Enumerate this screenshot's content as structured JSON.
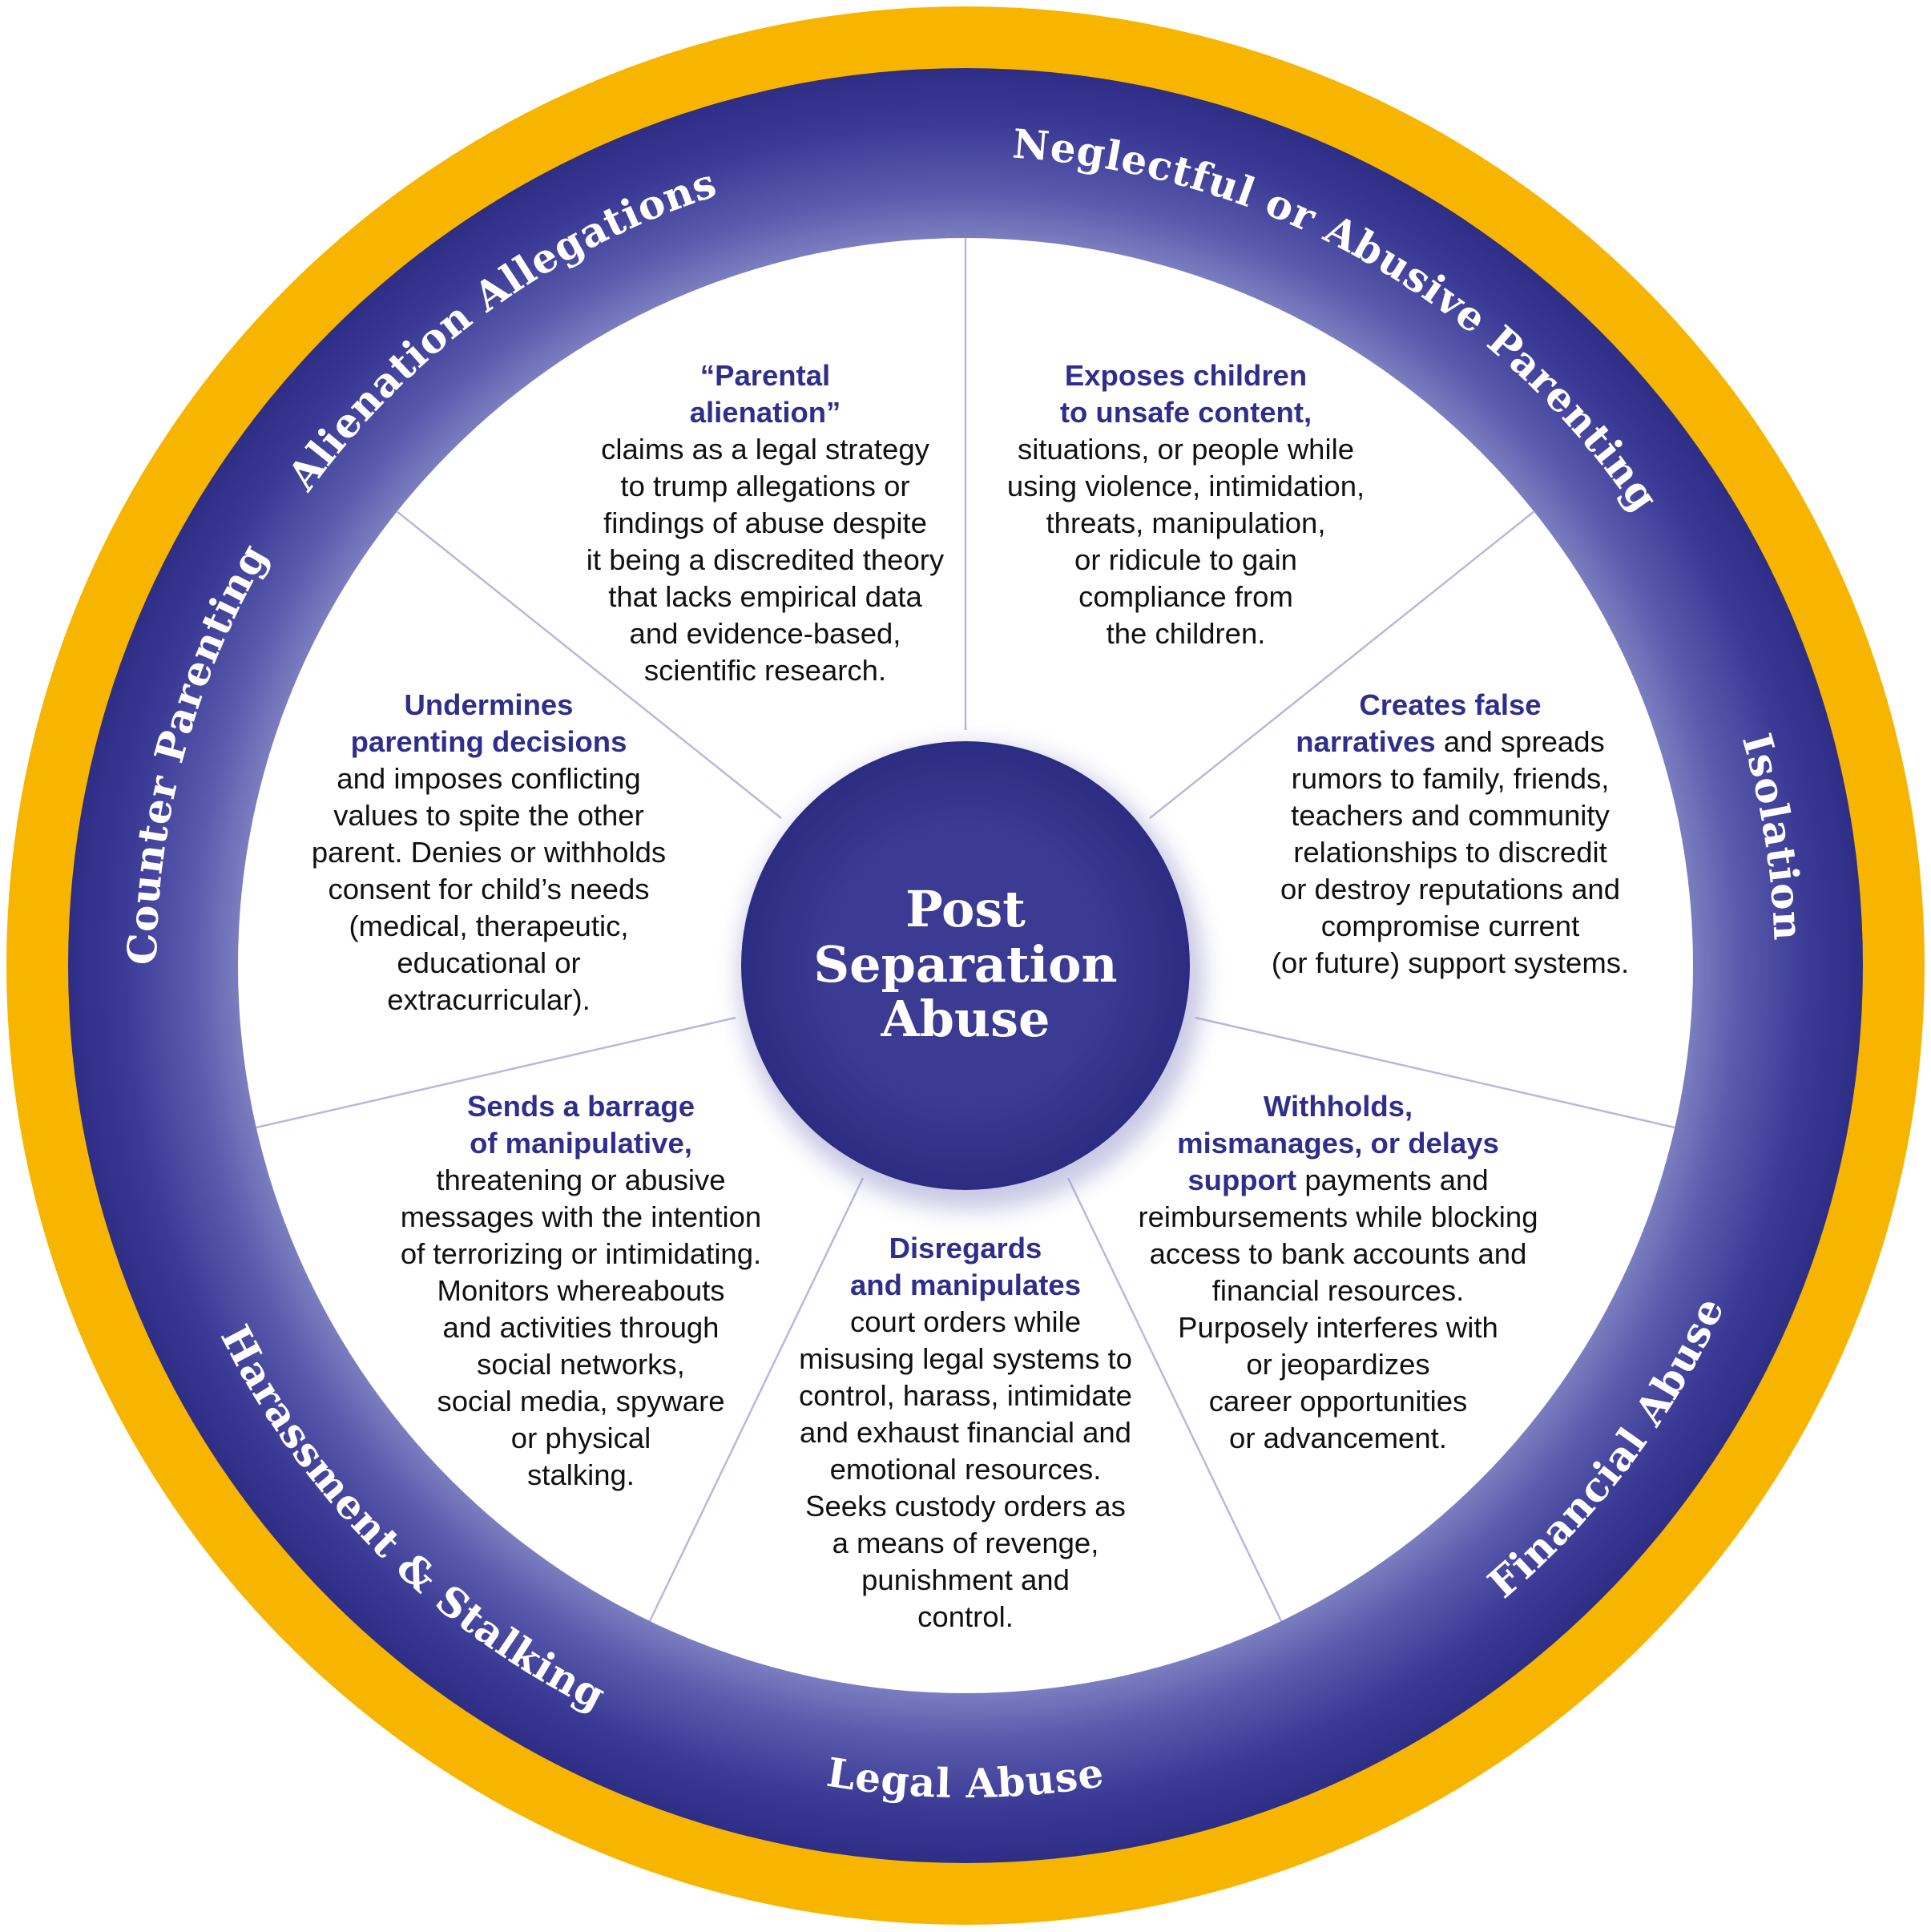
{
  "center": {
    "line1": "Post",
    "line2": "Separation",
    "line3": "Abuse"
  },
  "rim_labels": [
    "Neglectful or Abusive Parenting",
    "Isolation",
    "Financial Abuse",
    "Legal Abuse",
    "Harassment & Stalking",
    "Counter Parenting",
    "Alienation Allegations"
  ],
  "segments": {
    "alienation": {
      "highlight": "“Parental\nalienation”",
      "body": "\nclaims as a legal strategy\nto trump allegations or\nfindings of abuse despite\nit being a discredited theory\nthat lacks empirical data\nand evidence-based,\nscientific research."
    },
    "neglectful": {
      "highlight": "Exposes children\nto unsafe content,",
      "body": "\nsituations, or people while\nusing violence, intimidation,\nthreats, manipulation,\nor ridicule to gain\ncompliance from\nthe children."
    },
    "isolation": {
      "highlight": "Creates false\nnarratives",
      "body": " and spreads\nrumors to family, friends,\nteachers and community\nrelationships to discredit\nor destroy reputations and\ncompromise current\n(or future) support systems."
    },
    "financial": {
      "highlight": "Withholds,\nmismanages, or delays\nsupport",
      "body": " payments and\nreimbursements while blocking\naccess to bank accounts and\nfinancial resources.\nPurposely interferes with\nor jeopardizes\ncareer opportunities\nor advancement."
    },
    "legal": {
      "highlight": "Disregards\nand manipulates",
      "body": "\ncourt orders while\nmisusing legal systems to\ncontrol, harass, intimidate\nand exhaust financial and\nemotional resources.\nSeeks custody orders as\na means of revenge,\npunishment and\ncontrol."
    },
    "harassment": {
      "highlight": "Sends a barrage\nof manipulative,",
      "body": "\nthreatening or abusive\nmessages with the intention\nof terrorizing or intimidating.\nMonitors whereabouts\nand activities through\nsocial networks,\nsocial media, spyware\nor physical\nstalking."
    },
    "counter": {
      "highlight": "Undermines\nparenting decisions",
      "body": "\nand imposes conflicting\nvalues to spite the other\nparent. Denies or withholds\nconsent for child’s needs\n(medical, therapeutic,\neducational or\nextracurricular)."
    }
  },
  "colors": {
    "outer_ring": "#f7b500",
    "purple_ring": "#3a3a96",
    "purple_light": "#7b7ec0",
    "center_disc": "#373790",
    "highlight_text": "#2f2e8c",
    "divider": "#b8b8de"
  }
}
